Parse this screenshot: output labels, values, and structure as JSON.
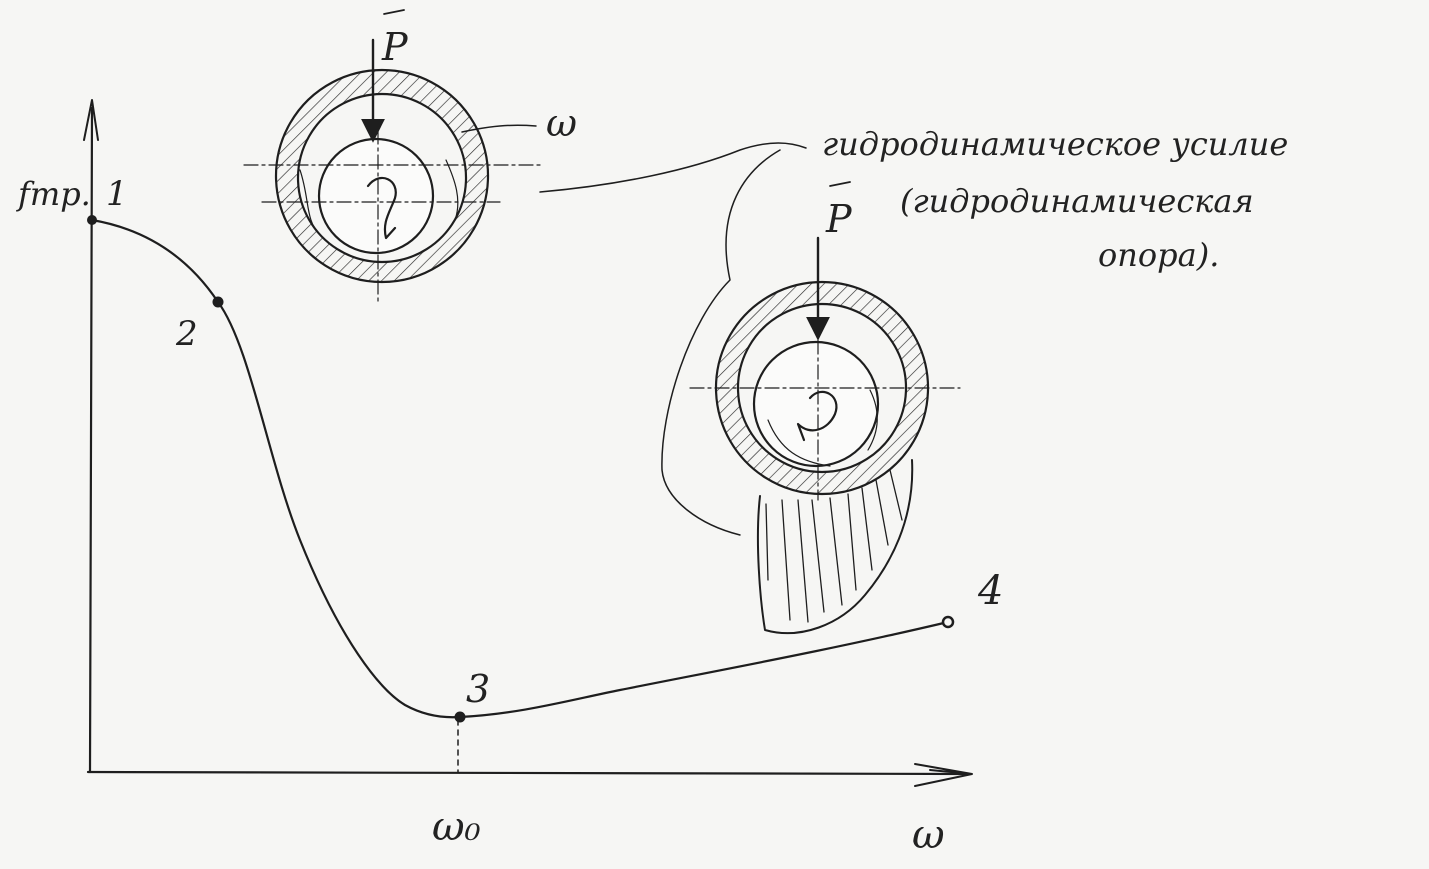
{
  "axes": {
    "y_label": "fтр.",
    "x_label": "ω",
    "x_marker_label": "ω₀"
  },
  "curve": {
    "points": [
      {
        "label": "1"
      },
      {
        "label": "2"
      },
      {
        "label": "3"
      },
      {
        "label": "4"
      }
    ]
  },
  "top_bearing": {
    "force_label": "P",
    "rotation_label": "ω"
  },
  "right_bearing": {
    "force_label": "P"
  },
  "annotation": {
    "line1": "гидродинамическое усилие",
    "line2": "(гидродинамическая",
    "line3": "опора)."
  },
  "colors": {
    "ink": "#1e1e1e",
    "paper": "#f6f6f4"
  }
}
